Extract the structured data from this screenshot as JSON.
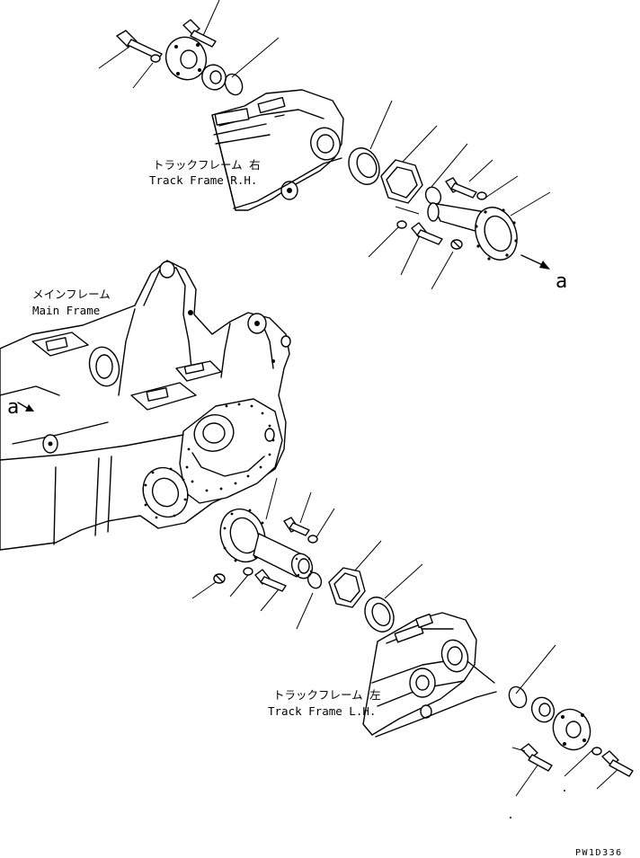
{
  "labels": {
    "track_frame_rh_jp": "トラックフレーム 右",
    "track_frame_rh_en": "Track Frame R.H.",
    "main_frame_jp": "メインフレーム",
    "main_frame_en": "Main Frame",
    "track_frame_lh_jp": "トラックフレーム 左",
    "track_frame_lh_en": "Track Frame L.H.",
    "ref_a_right": "a",
    "ref_a_left": "a",
    "drawing_code": "PW1D336"
  }
}
